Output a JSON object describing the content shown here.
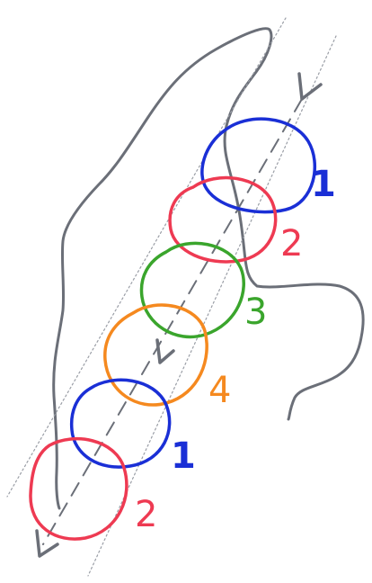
{
  "colors": {
    "outline": "#6b6f78",
    "guide": "#9a9ea6",
    "blue": "#1a2fd6",
    "red": "#ee3a52",
    "green": "#3aa52c",
    "orange": "#f5891f"
  },
  "circles": [
    {
      "label": "1",
      "color": "blue"
    },
    {
      "label": "2",
      "color": "red"
    },
    {
      "label": "3",
      "color": "green"
    },
    {
      "label": "4",
      "color": "orange"
    },
    {
      "label": "1",
      "color": "blue"
    },
    {
      "label": "2",
      "color": "red"
    }
  ],
  "icons": [
    "arrow-down-left-icon",
    "arrow-down-left-icon",
    "arrow-down-left-icon"
  ]
}
